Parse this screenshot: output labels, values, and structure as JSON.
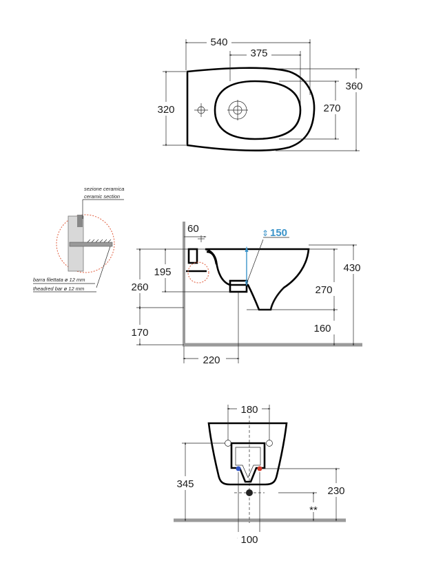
{
  "top_view": {
    "width": "540",
    "bowl_length": "375",
    "front_depth": "320",
    "overall_depth": "360",
    "bowl_depth": "270"
  },
  "side_view": {
    "wall_offset": "60",
    "flush_height": "150",
    "bolt_height": "195",
    "mounting_height": "260",
    "lower_height": "170",
    "rim_height": "430",
    "inner_height": "270",
    "outlet_height": "160",
    "projection": "220",
    "note_section_it": "sezione ceramica",
    "note_section_en": "ceramic section",
    "note_bar_it": "barra filettata ø 12 mm",
    "note_bar_en": "theadred bar ø 12 mm"
  },
  "front_view": {
    "bolt_spacing": "180",
    "inlet_height": "345",
    "outlet_height": "230",
    "note_mark": "**",
    "outlet_spacing": "100"
  },
  "colors": {
    "accent_blue": "#3a93c9",
    "cold_blue": "#3055c8",
    "hot_red": "#d23a2a",
    "detail_red": "#e05a3a",
    "floor_grey": "#9a9a9a"
  }
}
